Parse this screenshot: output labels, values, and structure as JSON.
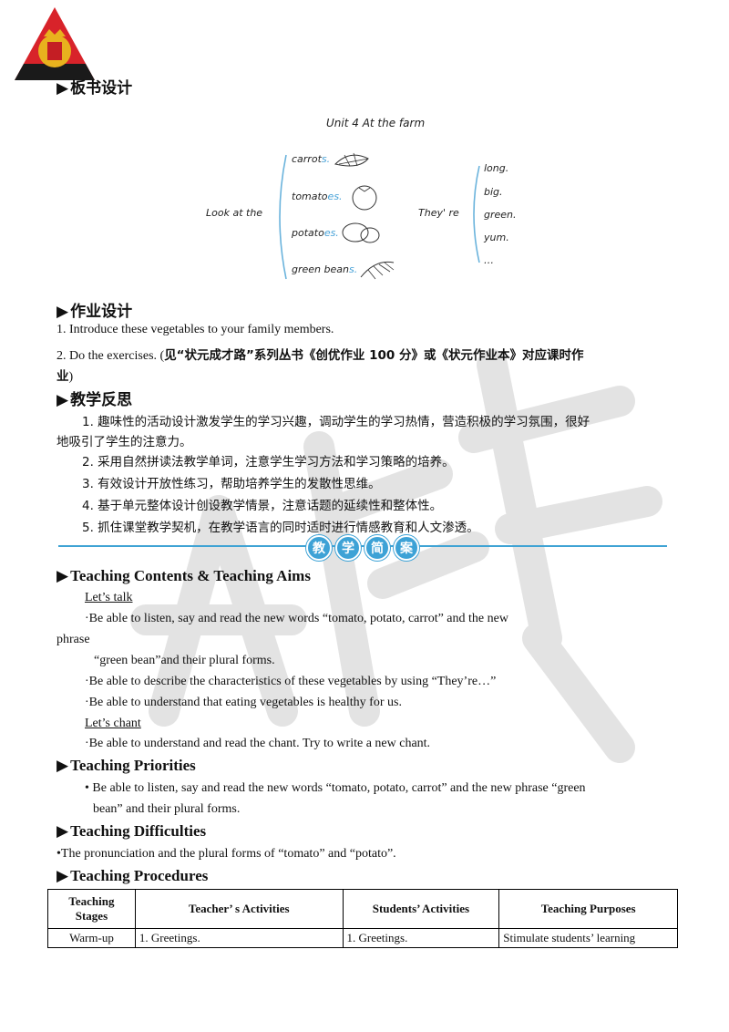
{
  "logo_icon": "crown-shield-logo-icon",
  "watermark_icon": "watermark-icon",
  "board": {
    "heading": "板书设计",
    "unit_title": "Unit 4   At the farm",
    "look_at_the": "Look at the",
    "words": [
      {
        "stem": "carrot",
        "suffix": "s."
      },
      {
        "stem": "tomato",
        "suffix": "es."
      },
      {
        "stem": "potato",
        "suffix": "es."
      },
      {
        "stem": "green bean",
        "suffix": "s."
      }
    ],
    "theyre": "They' re",
    "adjectives": [
      "long.",
      "big.",
      "green.",
      "yum.",
      "…"
    ],
    "icons": [
      "carrot-sketch-icon",
      "tomato-sketch-icon",
      "potato-sketch-icon",
      "green-bean-sketch-icon"
    ]
  },
  "homework": {
    "heading": "作业设计",
    "item1": "1. Introduce these vegetables to your family members.",
    "item2_prefix": "2. Do  the  exercises. (",
    "item2_bold": "见“状元成才路”系列丛书《创优作业 100 分》或《状元作业本》对应课时作",
    "item2_bold_cont": "业",
    "item2_suffix": ")"
  },
  "reflection": {
    "heading": "教学反思",
    "items": [
      "1. 趣味性的活动设计激发学生的学习兴趣，调动学生的学习热情，营造积极的学习氛围，很好",
      "地吸引了学生的注意力。",
      "2. 采用自然拼读法教学单词，注意学生学习方法和学习策略的培养。",
      "3. 有效设计开放性练习，帮助培养学生的发散性思维。",
      "4. 基于单元整体设计创设教学情景，注意话题的延续性和整体性。",
      "5. 抓住课堂教学契机，在教学语言的同时适时进行情感教育和人文渗透。"
    ]
  },
  "banner": [
    "教",
    "学",
    "简",
    "案"
  ],
  "contents": {
    "heading": "Teaching Contents & Teaching Aims",
    "lets_talk": "Let’s talk",
    "talk_lines": [
      "·Be  able  to  listen,  say  and  read  the  new  words  “tomato,  potato,  carrot”   and  the  new",
      "phrase",
      "“green  bean”and  their  plural  forms.",
      "·Be  able  to  describe  the  characteristics  of  these  vegetables  by  using  “They’re…”",
      "·Be  able  to  understand  that  eating  vegetables  is  healthy  for  us."
    ],
    "lets_chant": "Let’s chant",
    "chant_line": "·Be  able  to  understand  and  read  the  chant.  Try  to  write  a  new  chant."
  },
  "priorities": {
    "heading": "Teaching Priorities",
    "line1": "•  Be able to listen, say and read the new words “tomato, potato, carrot” and the new phrase “green",
    "line2": "bean” and their plural forms."
  },
  "difficulties": {
    "heading": "Teaching Difficulties",
    "line": "•The pronunciation and the plural forms of “tomato” and “potato”."
  },
  "procedures": {
    "heading": "Teaching Procedures",
    "headers": [
      "Teaching Stages",
      "Teacher’ s Activities",
      "Students’ Activities",
      "Teaching Purposes"
    ],
    "rows": [
      [
        "Warm-up",
        "1. Greetings.",
        "1. Greetings.",
        "Stimulate students’ learning"
      ]
    ]
  }
}
